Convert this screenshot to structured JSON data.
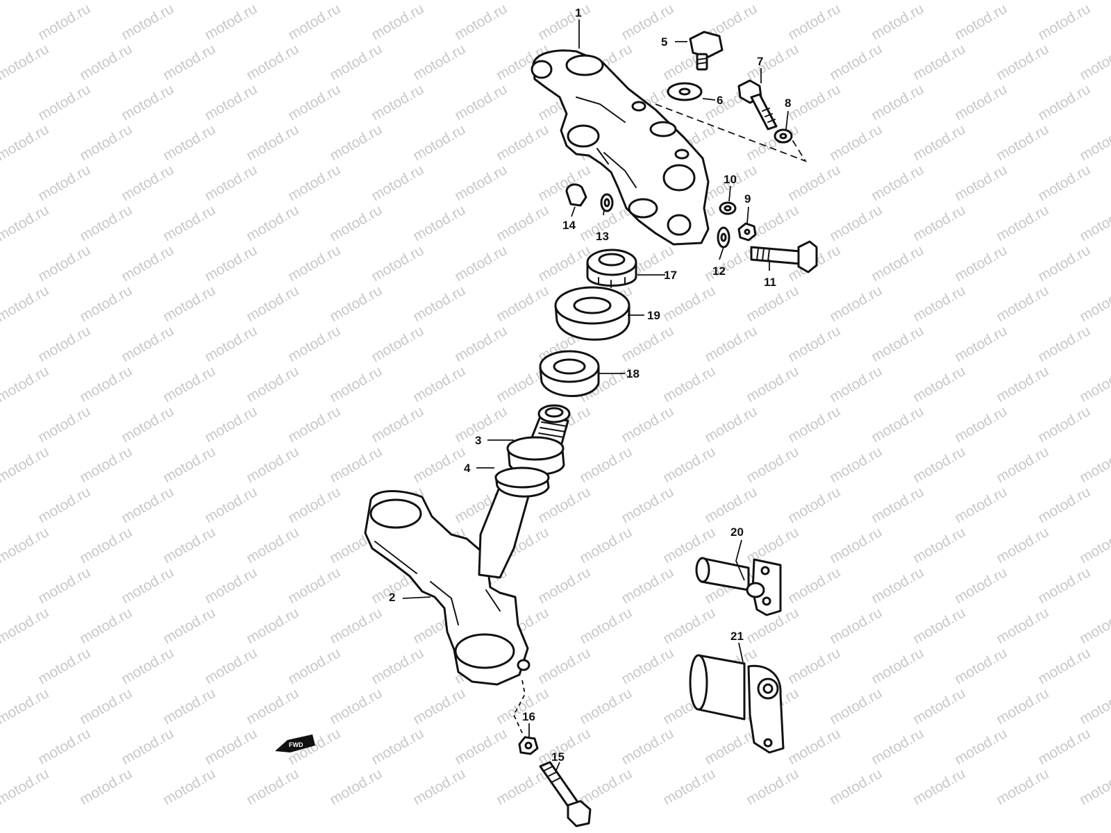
{
  "watermark": {
    "text": "motod.ru",
    "color": "#c8c8c8"
  },
  "diagram": {
    "line_color": "#111111",
    "background": "#ffffff",
    "fwd_label": "FWD",
    "callouts": [
      "1",
      "2",
      "3",
      "4",
      "5",
      "6",
      "7",
      "8",
      "9",
      "10",
      "11",
      "12",
      "13",
      "14",
      "15",
      "16",
      "17",
      "18",
      "19",
      "20",
      "21"
    ]
  }
}
